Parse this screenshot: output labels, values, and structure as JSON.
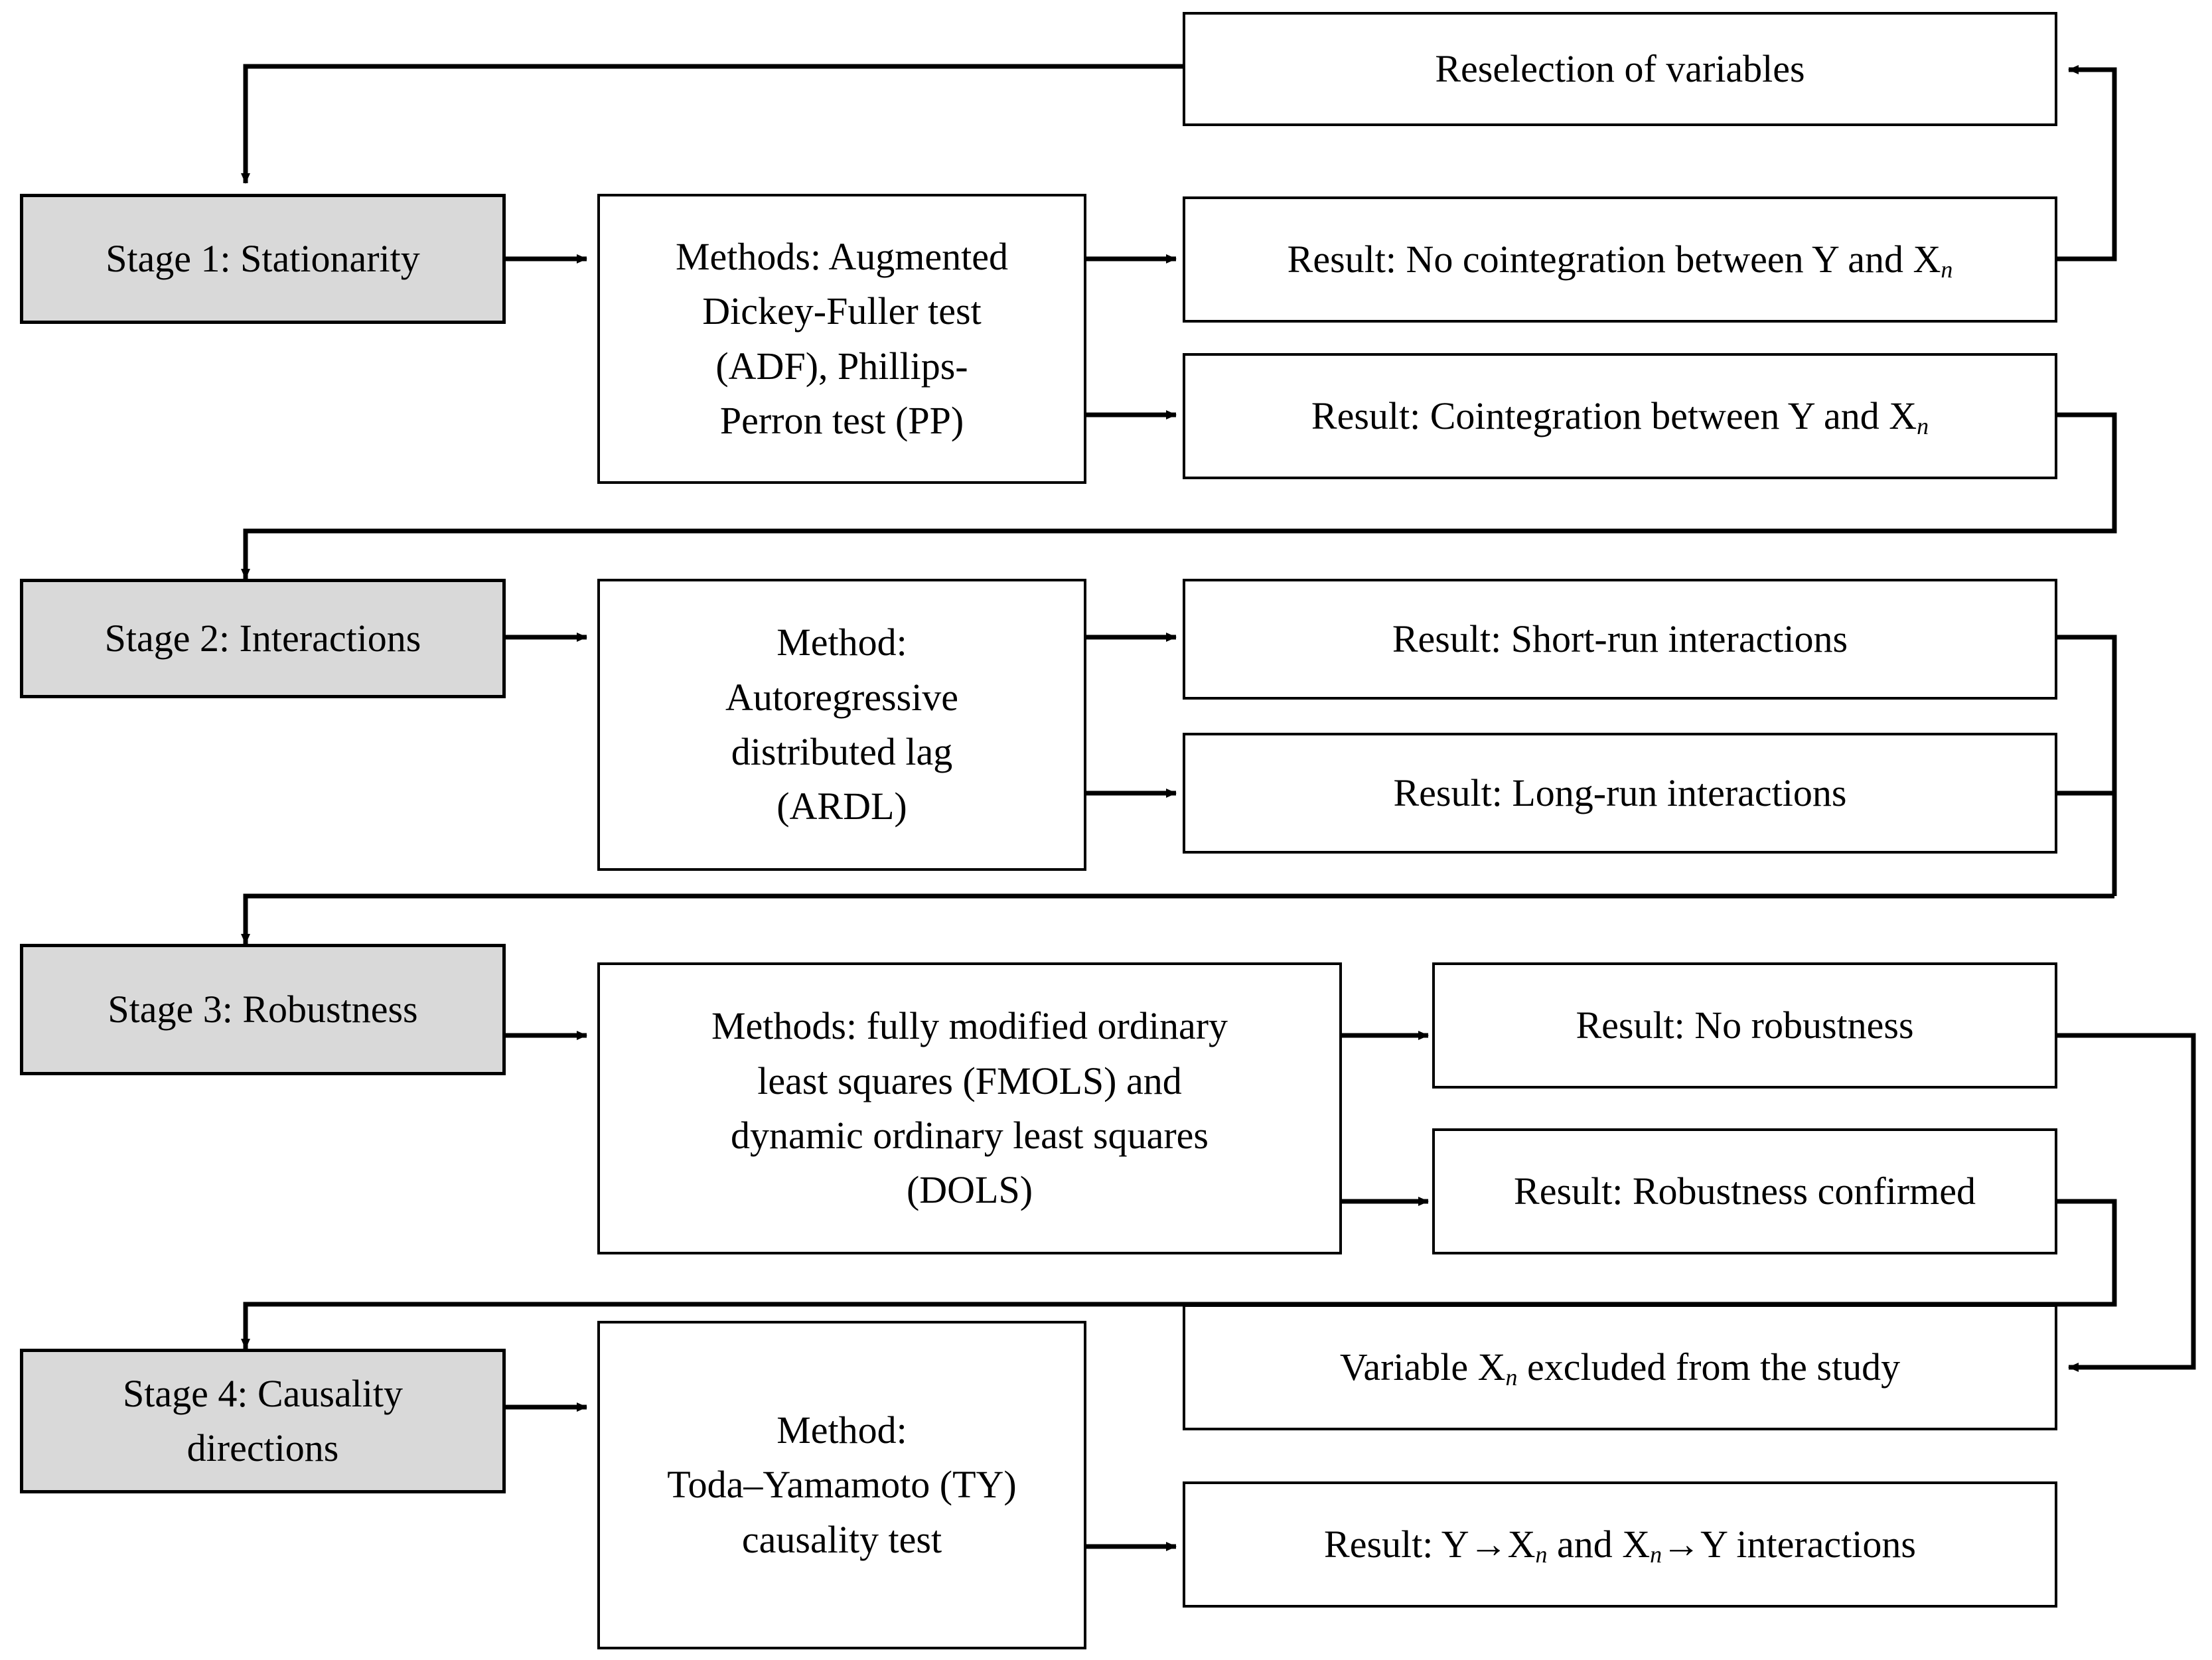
{
  "diagram": {
    "title": "Four-stage econometric analysis flowchart",
    "colors": {
      "stage_fill": "#d9d9d9",
      "node_fill": "#ffffff",
      "stroke": "#000000"
    },
    "nodes": {
      "reselection": "Reselection of variables",
      "stage1": "Stage 1: Stationarity",
      "stage1_methods_line1": "Methods: Augmented",
      "stage1_methods_line2": "Dickey-Fuller test",
      "stage1_methods_line3": "(ADF), Phillips-",
      "stage1_methods_line4": "Perron test (PP)",
      "stage1_result_no": "Result: No cointegration between Y and X",
      "stage1_result_no_sub": "n",
      "stage1_result_yes": "Result: Cointegration between Y and X",
      "stage1_result_yes_sub": "n",
      "stage2": "Stage 2: Interactions",
      "stage2_methods_line1": "Method:",
      "stage2_methods_line2": "Autoregressive",
      "stage2_methods_line3": "distributed lag",
      "stage2_methods_line4": "(ARDL)",
      "stage2_result_short": "Result: Short-run interactions",
      "stage2_result_long": "Result: Long-run interactions",
      "stage3": "Stage 3: Robustness",
      "stage3_methods_line1": "Methods: fully modified ordinary",
      "stage3_methods_line2": "least squares (FMOLS) and",
      "stage3_methods_line3": "dynamic ordinary least squares",
      "stage3_methods_line4": "(DOLS)",
      "stage3_result_no": "Result: No robustness",
      "stage3_result_yes": "Result: Robustness confirmed",
      "stage4_line1": "Stage 4: Causality",
      "stage4_line2": "directions",
      "stage4_methods_line1": "Method:",
      "stage4_methods_line2": "Toda–Yamamoto (TY)",
      "stage4_methods_line3": "causality test",
      "stage4_result_excluded_pre": "Variable X",
      "stage4_result_excluded_sub": "n",
      "stage4_result_excluded_post": " excluded from the study",
      "stage4_result_causal_pre": "Result: Y→X",
      "stage4_result_causal_sub1": "n",
      "stage4_result_causal_mid": " and X",
      "stage4_result_causal_sub2": "n",
      "stage4_result_causal_post": "→Y interactions"
    }
  }
}
